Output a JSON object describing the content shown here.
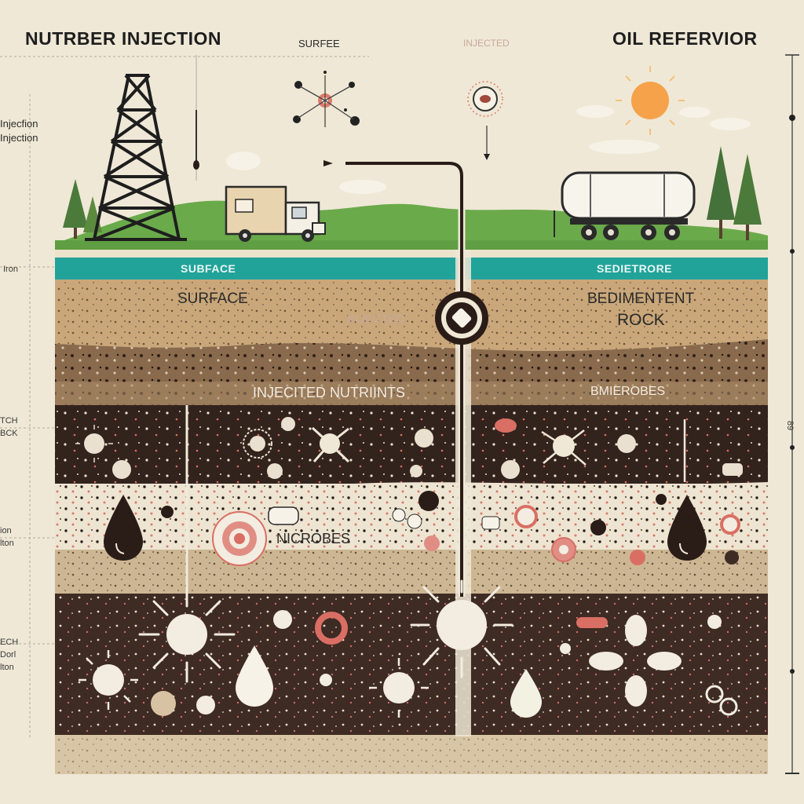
{
  "header": {
    "title_left": "NUTRBER INJECTION",
    "title_right": "OIL REFERVIOR",
    "top_label_1": "SURFEE",
    "top_label_2": "INJECTED"
  },
  "left_labels": {
    "injection_a": "Injecfion",
    "injection_b": "Injection",
    "l1": "Iron",
    "l2a": "TCH",
    "l2b": "BCK",
    "l3a": "ion",
    "l3b": "lton",
    "l4a": "ECH",
    "l4b": "Dorl",
    "l4c": "lton"
  },
  "bands": {
    "surface_left": "SUBFACE",
    "surface_right": "SEDIETRORE"
  },
  "layers": {
    "surface": "SURFACE",
    "injected_faint": "INJECTED",
    "sediment_line1": "BEDIMENTENT",
    "sediment_line2": "ROCK",
    "injected_nutrients": "INJECITED NUTRIINTS",
    "microbes_right": "BMIEROBES",
    "microbes_center": "NICROBES"
  },
  "right_scale": {
    "mark": "89"
  },
  "colors": {
    "background": "#efe8d6",
    "grass": "#6aaa4a",
    "surface_band": "#21a39a",
    "topsoil": "#c9a77a",
    "pebble_layer": "#8a6a4c",
    "dark_rock": "#33231d",
    "reservoir_band": "#ede5d2",
    "lower_rock": "#3d2b24",
    "bottom_sand": "#d7c5a5",
    "microbe_red": "#e07a6e",
    "oil_drop": "#2a1c17"
  }
}
